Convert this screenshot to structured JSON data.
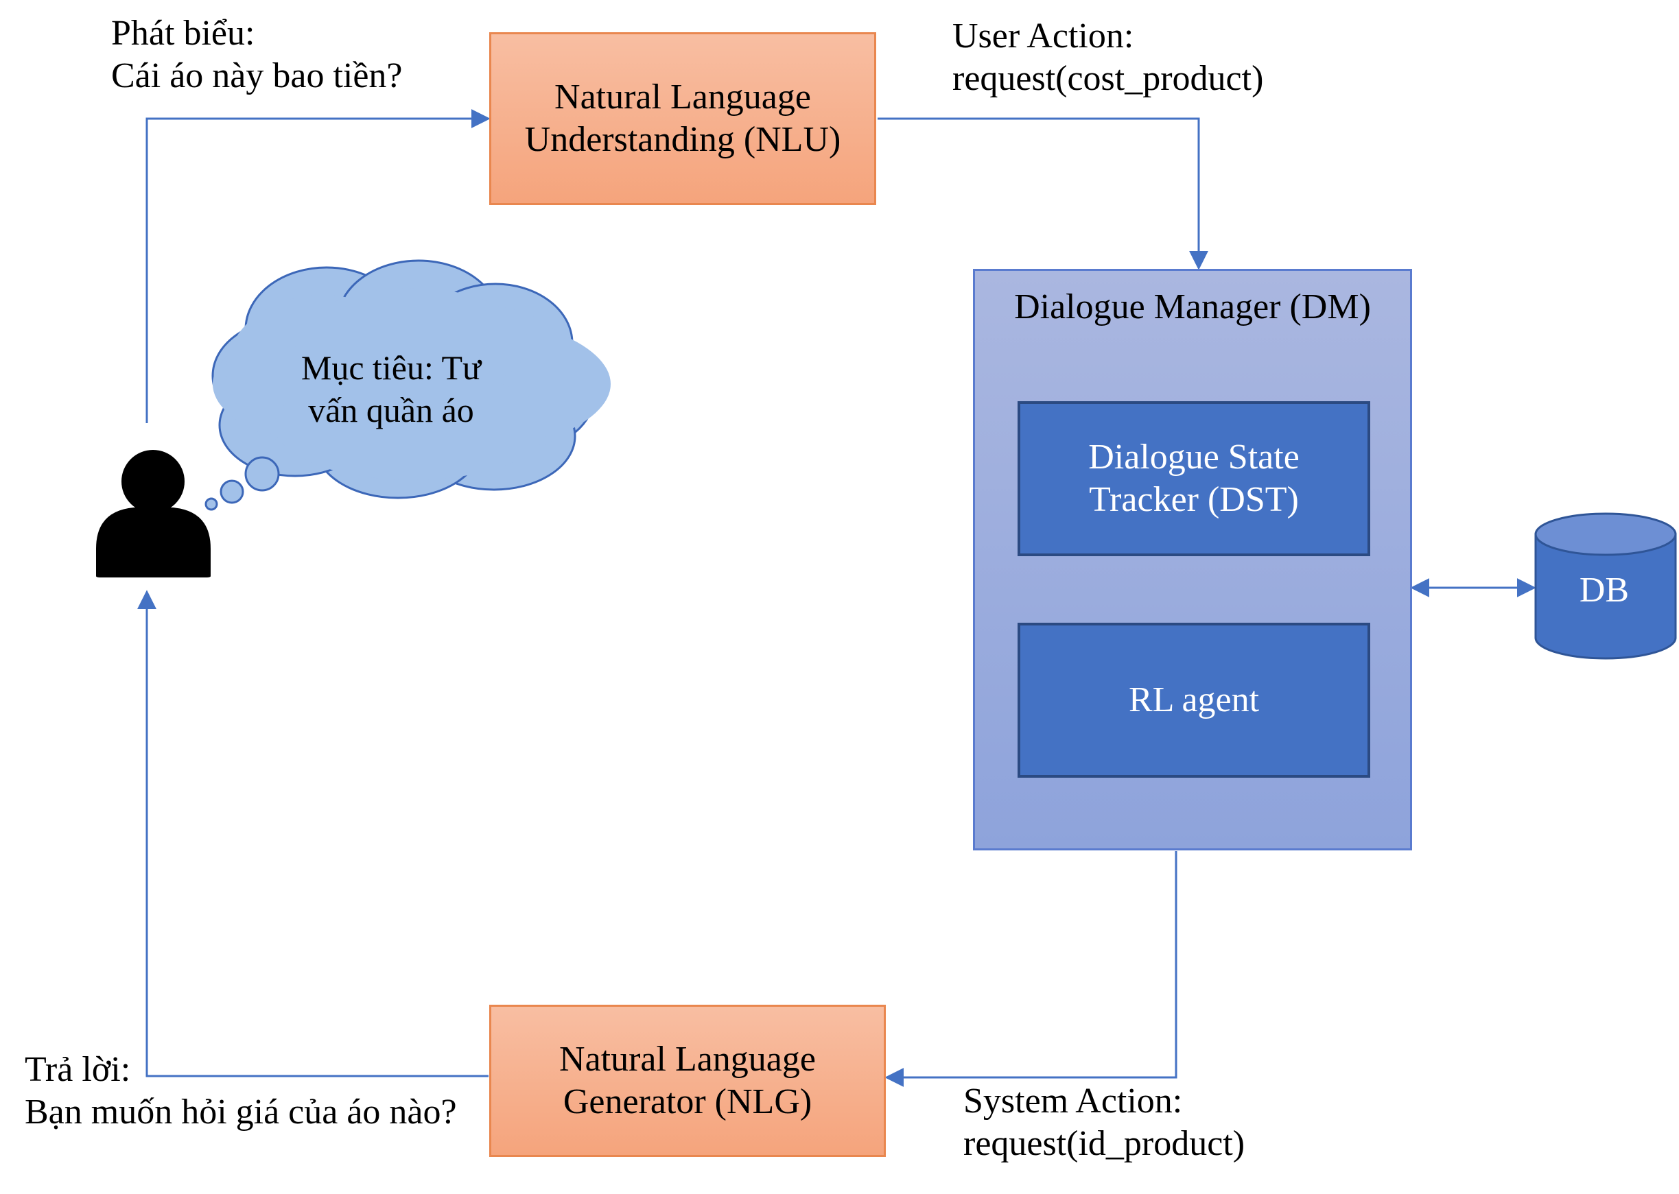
{
  "colors": {
    "orange_fill_top": "#f8bea2",
    "orange_fill_bottom": "#f5a47c",
    "orange_border": "#e9874f",
    "dm_fill_top": "#aab7e0",
    "dm_fill_bottom": "#8ea3db",
    "dm_border": "#5a7bcf",
    "inner_box_fill": "#4472c4",
    "inner_box_border": "#2b4a82",
    "cloud_fill": "#a2c1e9",
    "cloud_border": "#3c67b8",
    "db_fill": "#4472c4",
    "db_border": "#2f5597",
    "arrow": "#4472c4",
    "user_icon": "#000000"
  },
  "nodes": {
    "nlu": {
      "lines": [
        "Natural Language",
        "Understanding (NLU)"
      ]
    },
    "nlg": {
      "lines": [
        "Natural Language",
        "Generator (NLG)"
      ]
    },
    "dm": {
      "title": "Dialogue Manager (DM)",
      "dst": {
        "lines": [
          "Dialogue State",
          "Tracker (DST)"
        ]
      },
      "rl": {
        "lines": [
          "RL agent"
        ]
      }
    },
    "db": {
      "label": "DB",
      "icon": "database-cylinder-icon"
    },
    "user": {
      "icon": "user-icon"
    },
    "goal_cloud": {
      "icon": "thought-cloud-icon",
      "lines": [
        "Mục tiêu: Tư",
        "vấn quần áo"
      ]
    }
  },
  "labels": {
    "utterance": {
      "lines": [
        "Phát biểu:",
        "Cái áo này bao tiền?"
      ]
    },
    "user_action": {
      "lines": [
        "User Action:",
        "request(cost_product)"
      ]
    },
    "system_action": {
      "lines": [
        "System Action:",
        "request(id_product)"
      ]
    },
    "response": {
      "lines": [
        "Trả lời:",
        "Bạn muốn hỏi giá của áo nào?"
      ]
    }
  }
}
